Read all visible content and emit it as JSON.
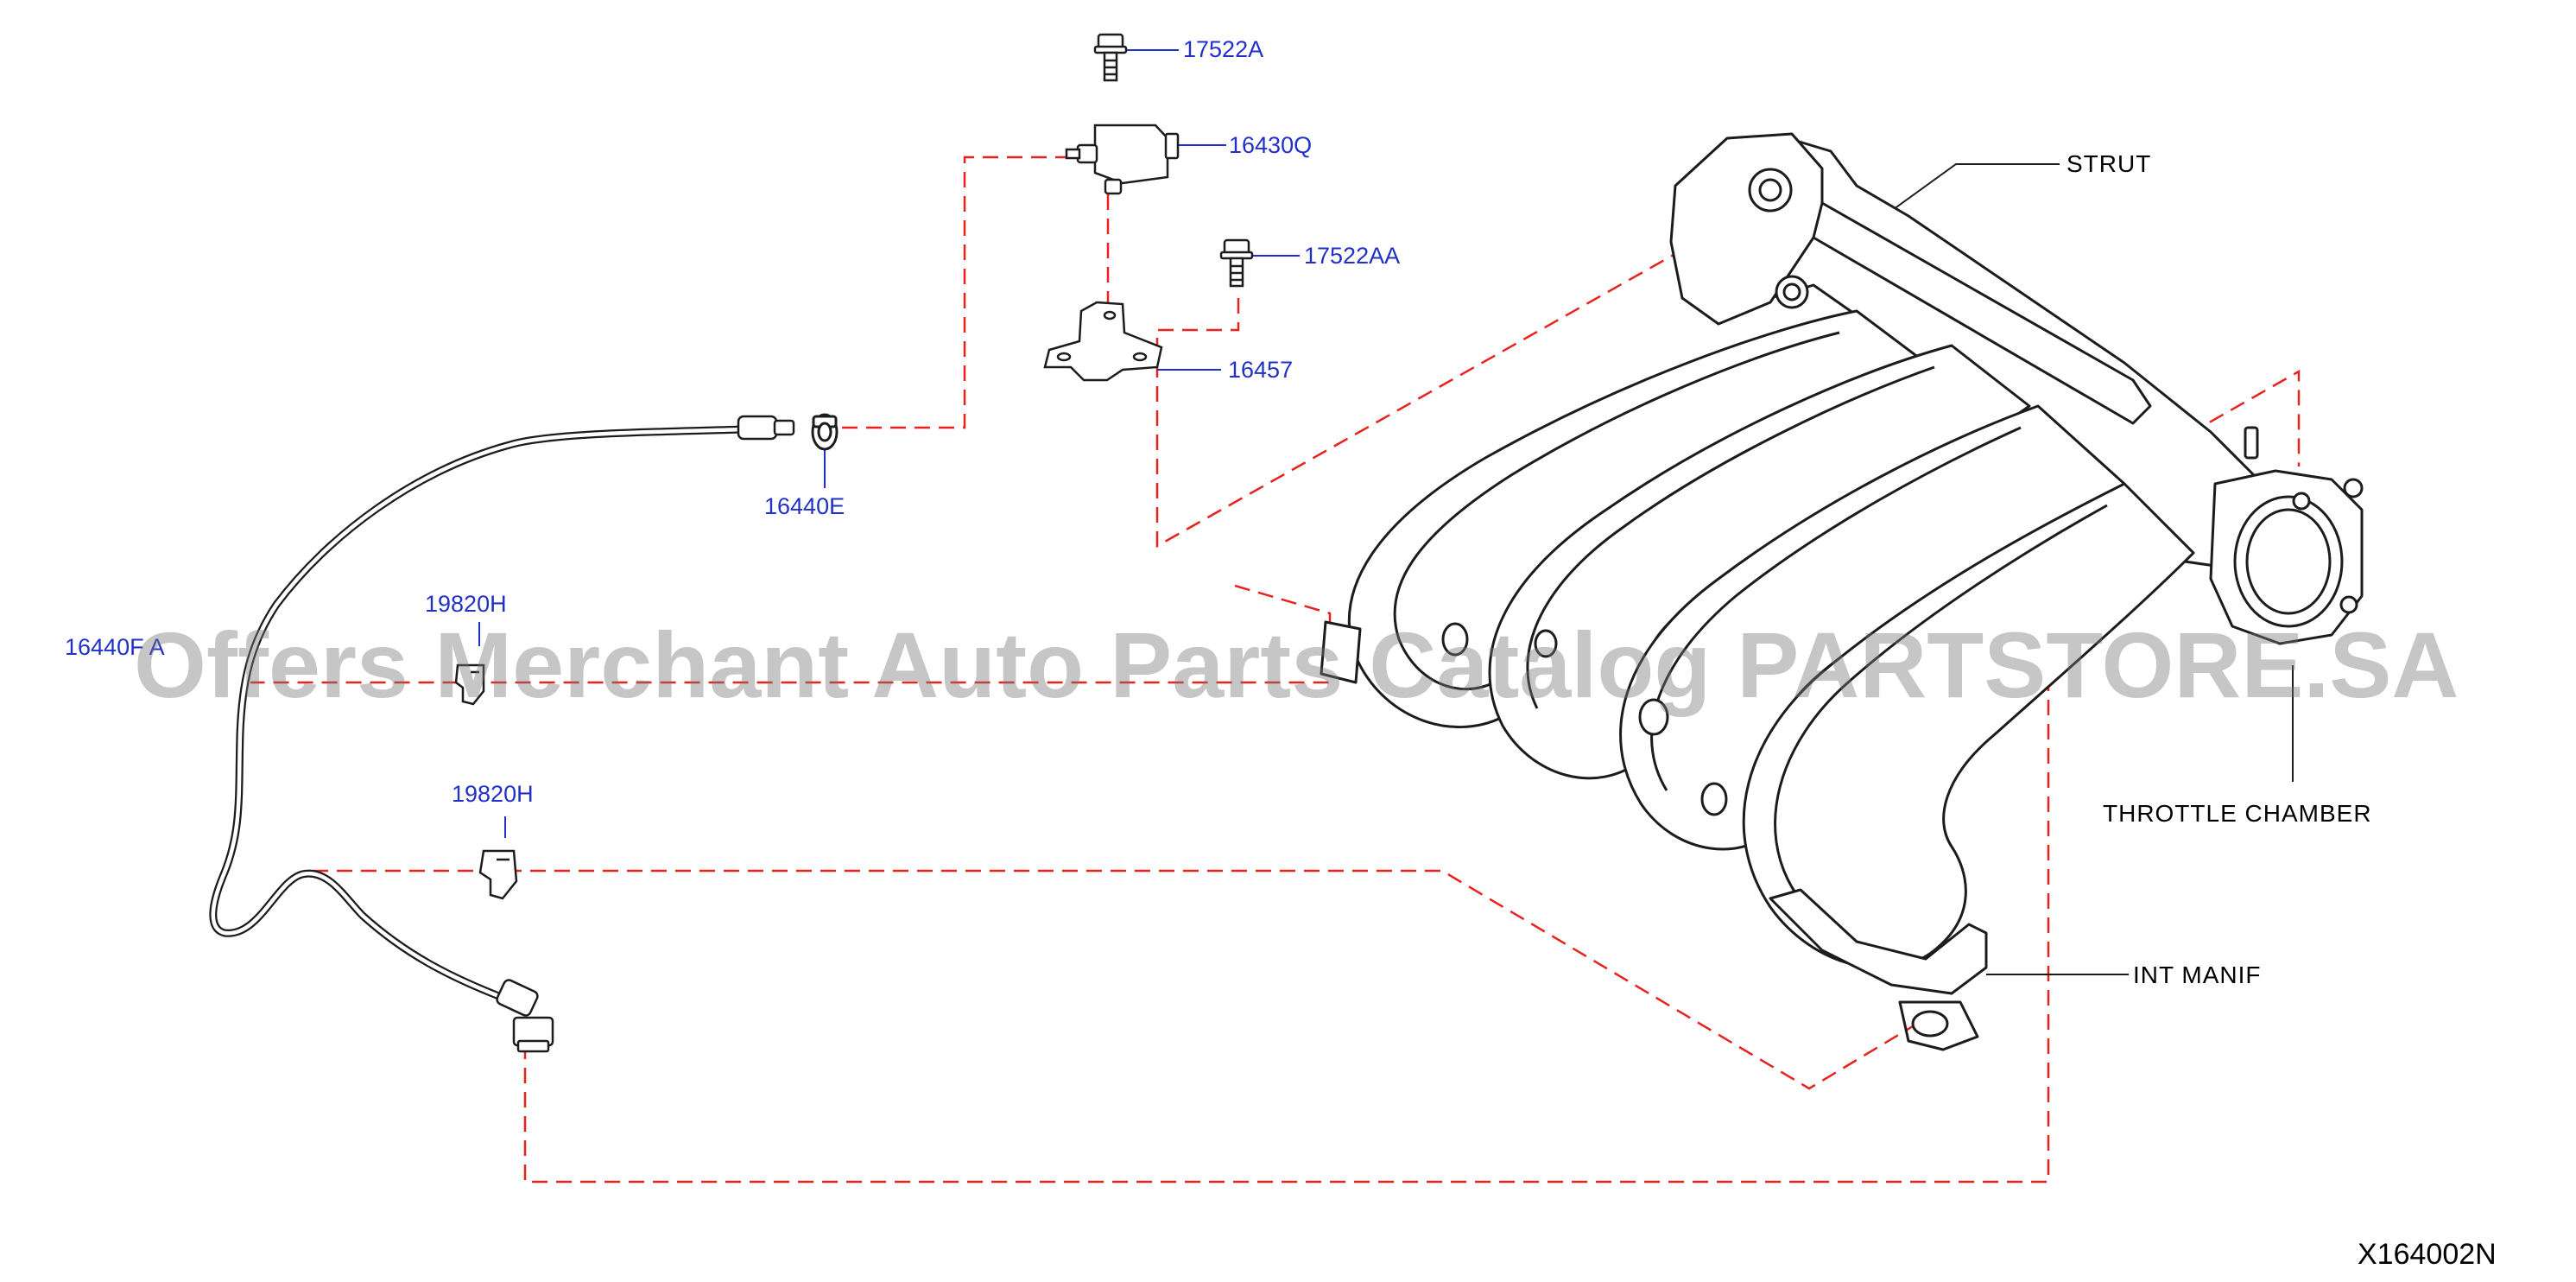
{
  "watermark": "Offers Merchant Auto Parts Catalog PARTSTORE.SA",
  "figure_id": "X164002N",
  "callouts": {
    "bolt_top": "17522A",
    "sensor": "16430Q",
    "bolt_mid": "17522AA",
    "bracket": "16457",
    "hose_clamp": "16440E",
    "hose": "16440F A",
    "clip_upper": "19820H",
    "clip_lower": "19820H"
  },
  "names": {
    "strut": "STRUT",
    "throttle_chamber": "THROTTLE   CHAMBER",
    "int_manif": "INT   MANIF"
  },
  "colors": {
    "callout_text": "#2030c8",
    "dashed_line": "#e8231e",
    "part_line": "#1c1c1c"
  }
}
